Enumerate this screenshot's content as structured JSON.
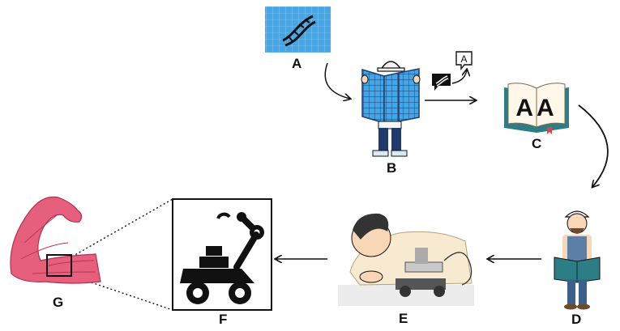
{
  "nodes": [
    {
      "id": "A",
      "label": "A",
      "icon": "dna-blueprint-icon"
    },
    {
      "id": "B",
      "label": "B",
      "icon": "engineer-reading-blueprint-icon"
    },
    {
      "id": "C",
      "label": "C",
      "icon": "open-book-icon"
    },
    {
      "id": "D",
      "label": "D",
      "icon": "worker-reading-manual-icon"
    },
    {
      "id": "E",
      "label": "E",
      "icon": "person-assembling-machine-icon"
    },
    {
      "id": "F",
      "label": "F",
      "icon": "robot-rover-arm-icon"
    },
    {
      "id": "G",
      "label": "G",
      "icon": "flexed-arm-muscle-icon"
    }
  ],
  "translation_icon": {
    "letter": "A"
  },
  "book_letters": "AA",
  "edges": [
    {
      "from": "A",
      "to": "B"
    },
    {
      "from": "B",
      "to": "C"
    },
    {
      "from": "C",
      "to": "D"
    },
    {
      "from": "D",
      "to": "E"
    },
    {
      "from": "E",
      "to": "F"
    },
    {
      "from": "F",
      "to": "G"
    }
  ],
  "colors": {
    "blueprint": "#45a6e6",
    "grid": "#8ccaf2",
    "navy": "#1f3b6e",
    "muscle": "#e6607e",
    "book_cover": "#2c7d86",
    "skin": "#f7d7b5"
  }
}
